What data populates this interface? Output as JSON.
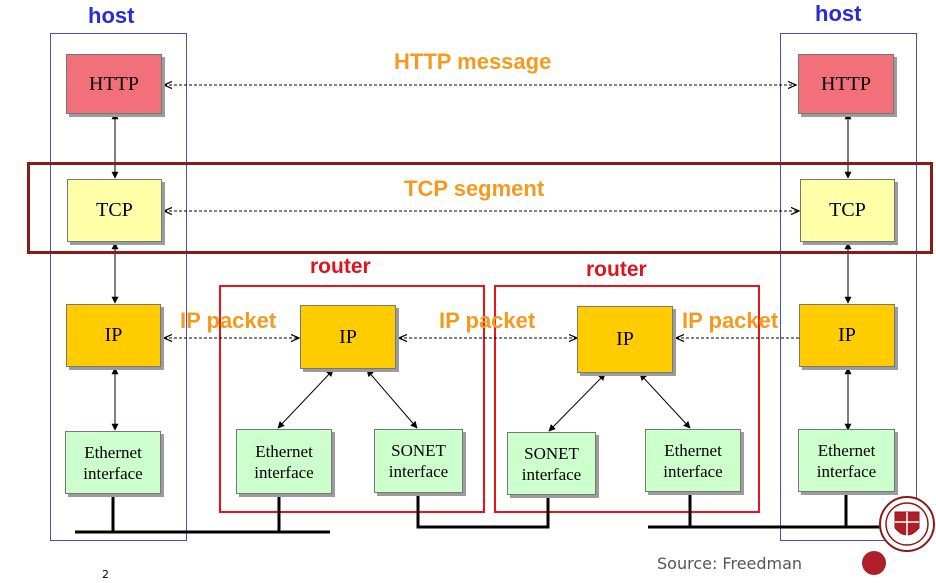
{
  "labels": {
    "host_left": "host",
    "host_right": "host",
    "router_left": "router",
    "router_right": "router",
    "http_message": "HTTP message",
    "tcp_segment": "TCP segment",
    "ip_packet_1": "IP packet",
    "ip_packet_2": "IP packet",
    "ip_packet_3": "IP packet"
  },
  "boxes": {
    "http_left": "HTTP",
    "http_right": "HTTP",
    "tcp_left": "TCP",
    "tcp_right": "TCP",
    "ip_host_left": "IP",
    "ip_router_left": "IP",
    "ip_router_right": "IP",
    "ip_host_right": "IP",
    "eth_host_left": {
      "line1": "Ethernet",
      "line2": "interface"
    },
    "eth_router_left": {
      "line1": "Ethernet",
      "line2": "interface"
    },
    "sonet_router_left": {
      "line1": "SONET",
      "line2": "interface"
    },
    "sonet_router_right": {
      "line1": "SONET",
      "line2": "interface"
    },
    "eth_router_right": {
      "line1": "Ethernet",
      "line2": "interface"
    },
    "eth_host_right": {
      "line1": "Ethernet",
      "line2": "interface"
    }
  },
  "footer": {
    "source": "Source: Freedman",
    "page_number": "2"
  },
  "colors": {
    "http": "#f2707a",
    "tcp": "#ffffa8",
    "ip": "#ffcc00",
    "interface": "#ccffcc",
    "host_frame": "#4a4ad0",
    "router_frame": "#e8141c",
    "tcp_frame": "#8b1a1a",
    "label_orange": "#f59a1e"
  }
}
